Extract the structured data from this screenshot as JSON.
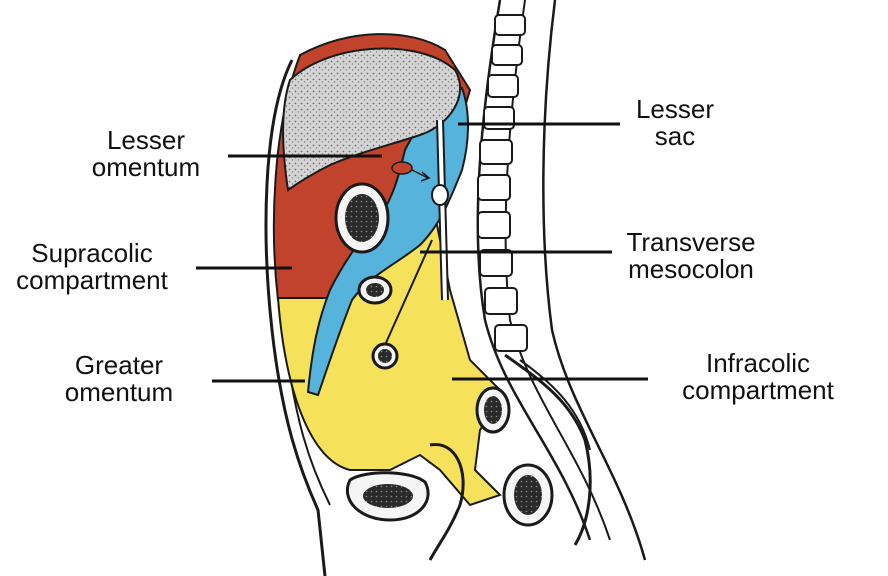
{
  "labels": {
    "lesser_omentum": [
      "Lesser",
      "omentum"
    ],
    "supracolic": [
      "Supracolic",
      "compartment"
    ],
    "greater_omentum": [
      "Greater",
      "omentum"
    ],
    "lesser_sac": [
      "Lesser",
      "sac"
    ],
    "transverse_mesocolon": [
      "Transverse",
      "mesocolon"
    ],
    "infracolic": [
      "Infracolic",
      "compartment"
    ]
  },
  "colors": {
    "supracolic_red": "#c2432c",
    "lesser_sac_blue": "#56b4dc",
    "infracolic_yellow": "#f5e15a",
    "liver_grey": "#cfcfcf",
    "outline": "#1a1a1a"
  }
}
